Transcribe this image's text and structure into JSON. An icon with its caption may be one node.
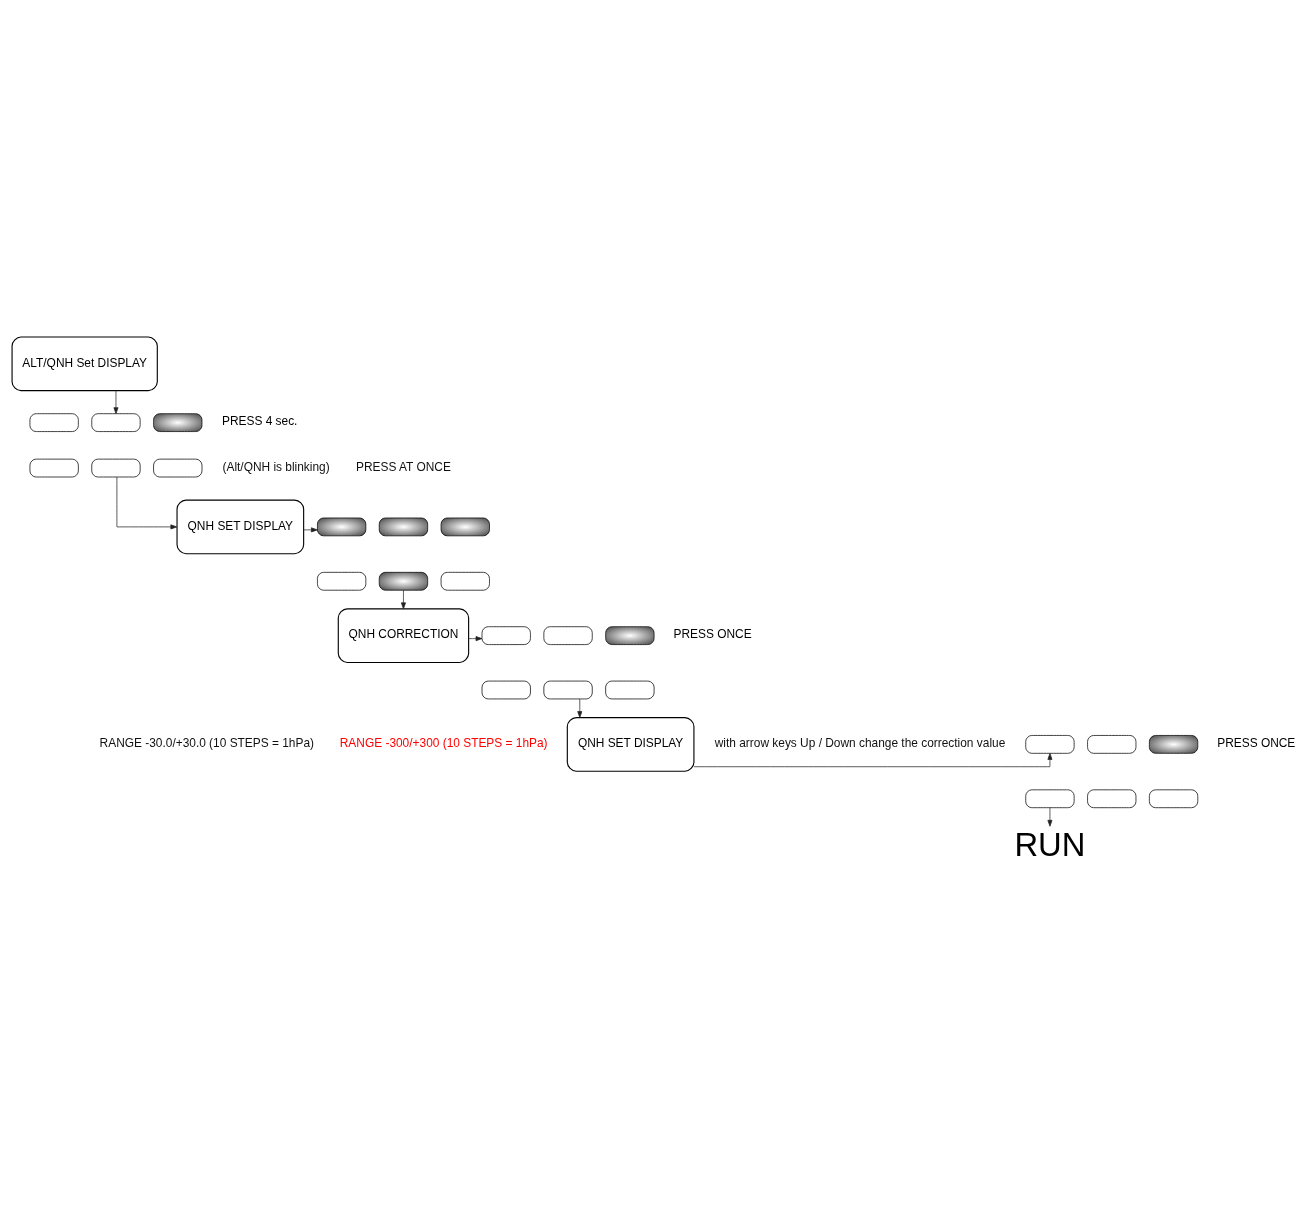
{
  "diagram": {
    "nodes": [
      {
        "text": [
          "ALT/QNH Set DISPLAY"
        ]
      },
      {
        "text": [],
        "shape": "box"
      },
      {
        "text": [],
        "shape": "box"
      },
      {
        "text": [],
        "shape": "box",
        "beside": [
          "PRESS 4 sec."
        ]
      },
      {
        "text": [],
        "shape": "box"
      },
      {
        "text": [],
        "shape": "box"
      },
      {
        "text": [],
        "shape": "box"
      },
      {
        "text": [
          "QNH SET DISPLAY"
        ]
      },
      {
        "text": [],
        "shape": "box"
      },
      {
        "text": [],
        "shape": "box"
      },
      {
        "text": [],
        "shape": "box"
      },
      {
        "text": [],
        "shape": "box"
      },
      {
        "text": [],
        "shape": "box"
      },
      {
        "text": [],
        "shape": "box"
      },
      {
        "text": [
          "QNH CORRECTION"
        ]
      },
      {
        "text": [],
        "shape": "box"
      },
      {
        "text": [],
        "shape": "box"
      },
      {
        "text": [],
        "shape": "box",
        "beside": [
          "PRESS ONCE"
        ]
      },
      {
        "text": [],
        "shape": "box"
      },
      {
        "text": [],
        "shape": "box"
      },
      {
        "text": [],
        "shape": "box"
      },
      {
        "text": [
          "QNH SET DISPLAY"
        ]
      },
      {
        "text": [],
        "shape": "box"
      },
      {
        "text": [],
        "shape": "box"
      },
      {
        "text": [],
        "shape": "box",
        "beside": [
          "PRESS ONCE"
        ]
      },
      {
        "text": [],
        "shape": "box"
      },
      {
        "text": [],
        "shape": "box"
      },
      {
        "text": [],
        "shape": "box"
      },
      {
        "text": [
          "RUN"
        ]
      }
    ],
    "edges": [
      {
        "from": 0,
        "to": 2,
        "arrow": "to"
      },
      {
        "from": 5,
        "to": 7,
        "arrow": "to"
      },
      {
        "from": 7,
        "to": 8,
        "arrow": "to"
      },
      {
        "from": 12,
        "to": 14,
        "arrow": "to"
      },
      {
        "from": 14,
        "to": 15,
        "arrow": "to"
      },
      {
        "from": 19,
        "to": 21,
        "arrow": "to"
      },
      {
        "from": 21,
        "to": 22,
        "arrow": "to"
      },
      {
        "from": 25,
        "to": 28,
        "arrow": "to"
      }
    ],
    "labels": [
      "(Alt/QNH is blinking)",
      "PRESS AT ONCE",
      "RANGE -30.0/+30.0 (10 STEPS = 1hPa)",
      "RANGE -300/+300 (10 STEPS = 1hPa)",
      "with arrow keys Up / Down change the correction value"
    ]
  }
}
